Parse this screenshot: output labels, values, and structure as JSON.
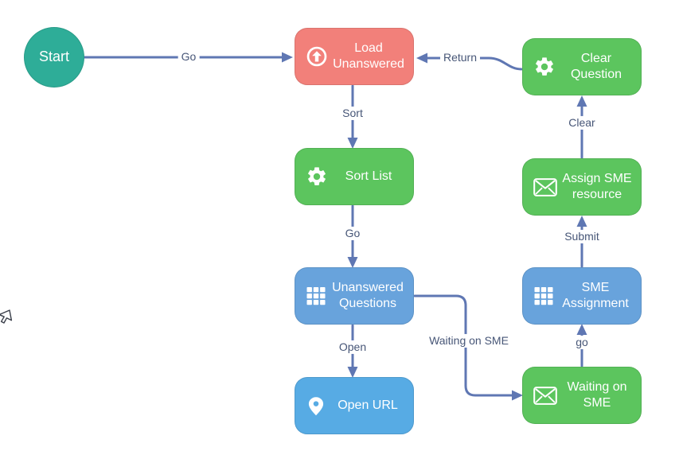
{
  "app": {
    "type": "workflow-diagram",
    "background": "#ffffff"
  },
  "palette": {
    "edge": "#5F77B3",
    "edge_label_text": "#475677",
    "node_text": "#ffffff",
    "start_teal": "#2EAD98",
    "salmon": "#F2807A",
    "green": "#5CC55E",
    "blue": "#68A3DC",
    "light_blue": "#57ABE4"
  },
  "nodes": [
    {
      "id": "start",
      "label": "Start",
      "shape": "circle",
      "icon": null,
      "color": "#2EAD98"
    },
    {
      "id": "load-unanswered",
      "label": "Load Unanswered",
      "shape": "rounded-rect",
      "icon": "upload-circle-icon",
      "color": "#F2807A"
    },
    {
      "id": "clear-question",
      "label": "Clear Question",
      "shape": "rounded-rect",
      "icon": "gear-icon",
      "color": "#5CC55E"
    },
    {
      "id": "sort-list",
      "label": "Sort List",
      "shape": "rounded-rect",
      "icon": "gear-icon",
      "color": "#5CC55E"
    },
    {
      "id": "assign-sme-resource",
      "label": "Assign SME resource",
      "shape": "rounded-rect",
      "icon": "envelope-icon",
      "color": "#5CC55E"
    },
    {
      "id": "unanswered-questions",
      "label": "Unanswered Questions",
      "shape": "rounded-rect",
      "icon": "grid-icon",
      "color": "#68A3DC"
    },
    {
      "id": "sme-assignment",
      "label": "SME Assignment",
      "shape": "rounded-rect",
      "icon": "grid-icon",
      "color": "#68A3DC"
    },
    {
      "id": "open-url",
      "label": "Open URL",
      "shape": "rounded-rect",
      "icon": "map-pin-icon",
      "color": "#57ABE4"
    },
    {
      "id": "waiting-on-sme",
      "label": "Waiting on SME",
      "shape": "rounded-rect",
      "icon": "envelope-icon",
      "color": "#5CC55E"
    }
  ],
  "edges": [
    {
      "from": "start",
      "to": "load-unanswered",
      "label": "Go"
    },
    {
      "from": "load-unanswered",
      "to": "sort-list",
      "label": "Sort"
    },
    {
      "from": "sort-list",
      "to": "unanswered-questions",
      "label": "Go"
    },
    {
      "from": "unanswered-questions",
      "to": "open-url",
      "label": "Open"
    },
    {
      "from": "unanswered-questions",
      "to": "waiting-on-sme",
      "label": "Waiting on SME"
    },
    {
      "from": "waiting-on-sme",
      "to": "sme-assignment",
      "label": "go"
    },
    {
      "from": "sme-assignment",
      "to": "assign-sme-resource",
      "label": "Submit"
    },
    {
      "from": "assign-sme-resource",
      "to": "clear-question",
      "label": "Clear"
    },
    {
      "from": "clear-question",
      "to": "load-unanswered",
      "label": "Return"
    }
  ]
}
